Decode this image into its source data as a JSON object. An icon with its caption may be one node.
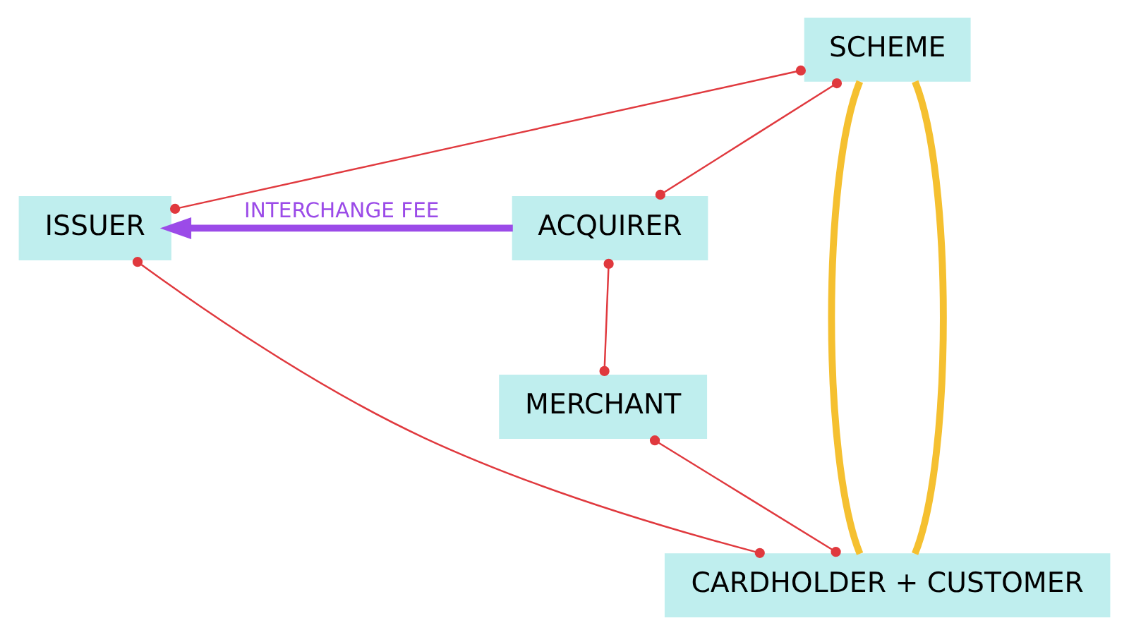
{
  "diagram": {
    "nodes": [
      {
        "text": [
          "SCHEME"
        ]
      },
      {
        "text": [
          "ISSUER"
        ]
      },
      {
        "text": [
          "ACQUIRER"
        ]
      },
      {
        "text": [
          "MERCHANT"
        ]
      },
      {
        "text": [
          "CARDHOLDER + CUSTOMER"
        ]
      }
    ],
    "edges": [
      {
        "from": 0,
        "to": 1,
        "arrow": "other",
        "color": "#e0393e"
      },
      {
        "from": 0,
        "to": 2,
        "arrow": "other",
        "color": "#e0393e"
      },
      {
        "from": 2,
        "to": 1,
        "arrow": "to",
        "label": "INTERCHANGE FEE",
        "style": "thick",
        "color": "#9b4be8"
      },
      {
        "from": 1,
        "to": 4,
        "arrow": "other",
        "color": "#e0393e"
      },
      {
        "from": 2,
        "to": 3,
        "arrow": "other",
        "color": "#e0393e"
      },
      {
        "from": 3,
        "to": 4,
        "arrow": "other",
        "color": "#e0393e"
      },
      {
        "from": 0,
        "to": 4,
        "arrow": "none",
        "style": "thick",
        "color": "#f5c030"
      },
      {
        "from": 0,
        "to": 4,
        "arrow": "none",
        "style": "thick",
        "color": "#f5c030"
      }
    ]
  }
}
